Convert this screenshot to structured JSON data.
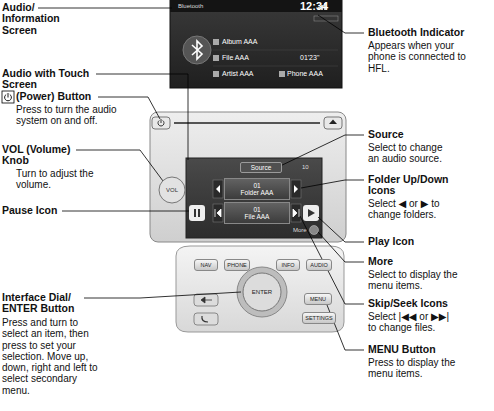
{
  "diagram": {
    "nodes": [
      {
        "text": [
          "Source"
        ]
      },
      {
        "text": [
          "01",
          "Folder AAA"
        ]
      },
      {
        "text": [
          "VOL"
        ]
      },
      {
        "text": [
          "01",
          "File AAA"
        ]
      },
      {
        "text": [
          "NAV"
        ]
      },
      {
        "text": [
          "PHONE"
        ]
      },
      {
        "text": [
          "INFO"
        ]
      },
      {
        "text": [
          "AUDIO"
        ]
      },
      {
        "text": [
          "ENTER"
        ]
      },
      {
        "text": [
          "MENU"
        ]
      },
      {
        "text": [
          "SETTINGS"
        ]
      }
    ],
    "labels": [
      "Audio/ Information Screen",
      "Bluetooth",
      "12:34",
      "Bluetooth Indicator",
      "Appears when your phone is connected to HFL.",
      "Album AAA",
      "File AAA",
      "01'23\"",
      "Artist AAA",
      "Phone AAA",
      "Audio with Touch Screen",
      "(Power) Button",
      "Press to turn the audio system on and off.",
      "Source",
      "Select to change an audio source.",
      "10",
      "VOL (Volume) Knob",
      "Turn to adjust the volume.",
      "Folder Up/Down Icons",
      "Select ◀ or ▶ to change folders.",
      "Pause Icon",
      "More",
      "Play Icon",
      "More",
      "Select to display the menu items.",
      "Interface Dial/ ENTER Button",
      "Press and turn to select an item, then press to set your selection. Move up, down, right and left to select secondary menu.",
      "Skip/Seek Icons",
      "Select |◀◀ or ▶▶| to change files.",
      "MENU Button",
      "Press to display the menu items."
    ]
  }
}
